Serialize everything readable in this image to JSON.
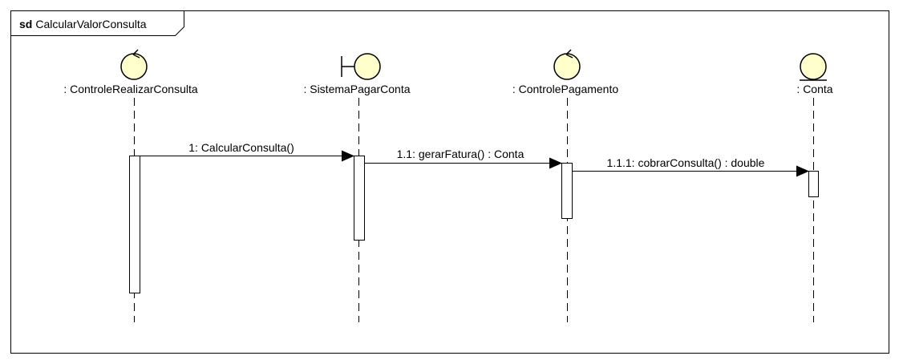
{
  "frame": {
    "keyword": "sd",
    "name": "CalcularValorConsulta"
  },
  "lifelines": [
    {
      "label": ": ControleRealizarConsulta",
      "stereotype": "control"
    },
    {
      "label": ": SistemaPagarConta",
      "stereotype": "boundary"
    },
    {
      "label": ": ControlePagamento",
      "stereotype": "control"
    },
    {
      "label": ": Conta",
      "stereotype": "entity"
    }
  ],
  "messages": [
    {
      "label": "1: CalcularConsulta()",
      "from": 0,
      "to": 1
    },
    {
      "label": "1.1: gerarFatura() : Conta",
      "from": 1,
      "to": 2
    },
    {
      "label": "1.1.1: cobrarConsulta() : double",
      "from": 2,
      "to": 3
    }
  ],
  "colors": {
    "icon_fill": "#ffffcc",
    "line": "#000000",
    "activation_fill": "#ffffff"
  }
}
